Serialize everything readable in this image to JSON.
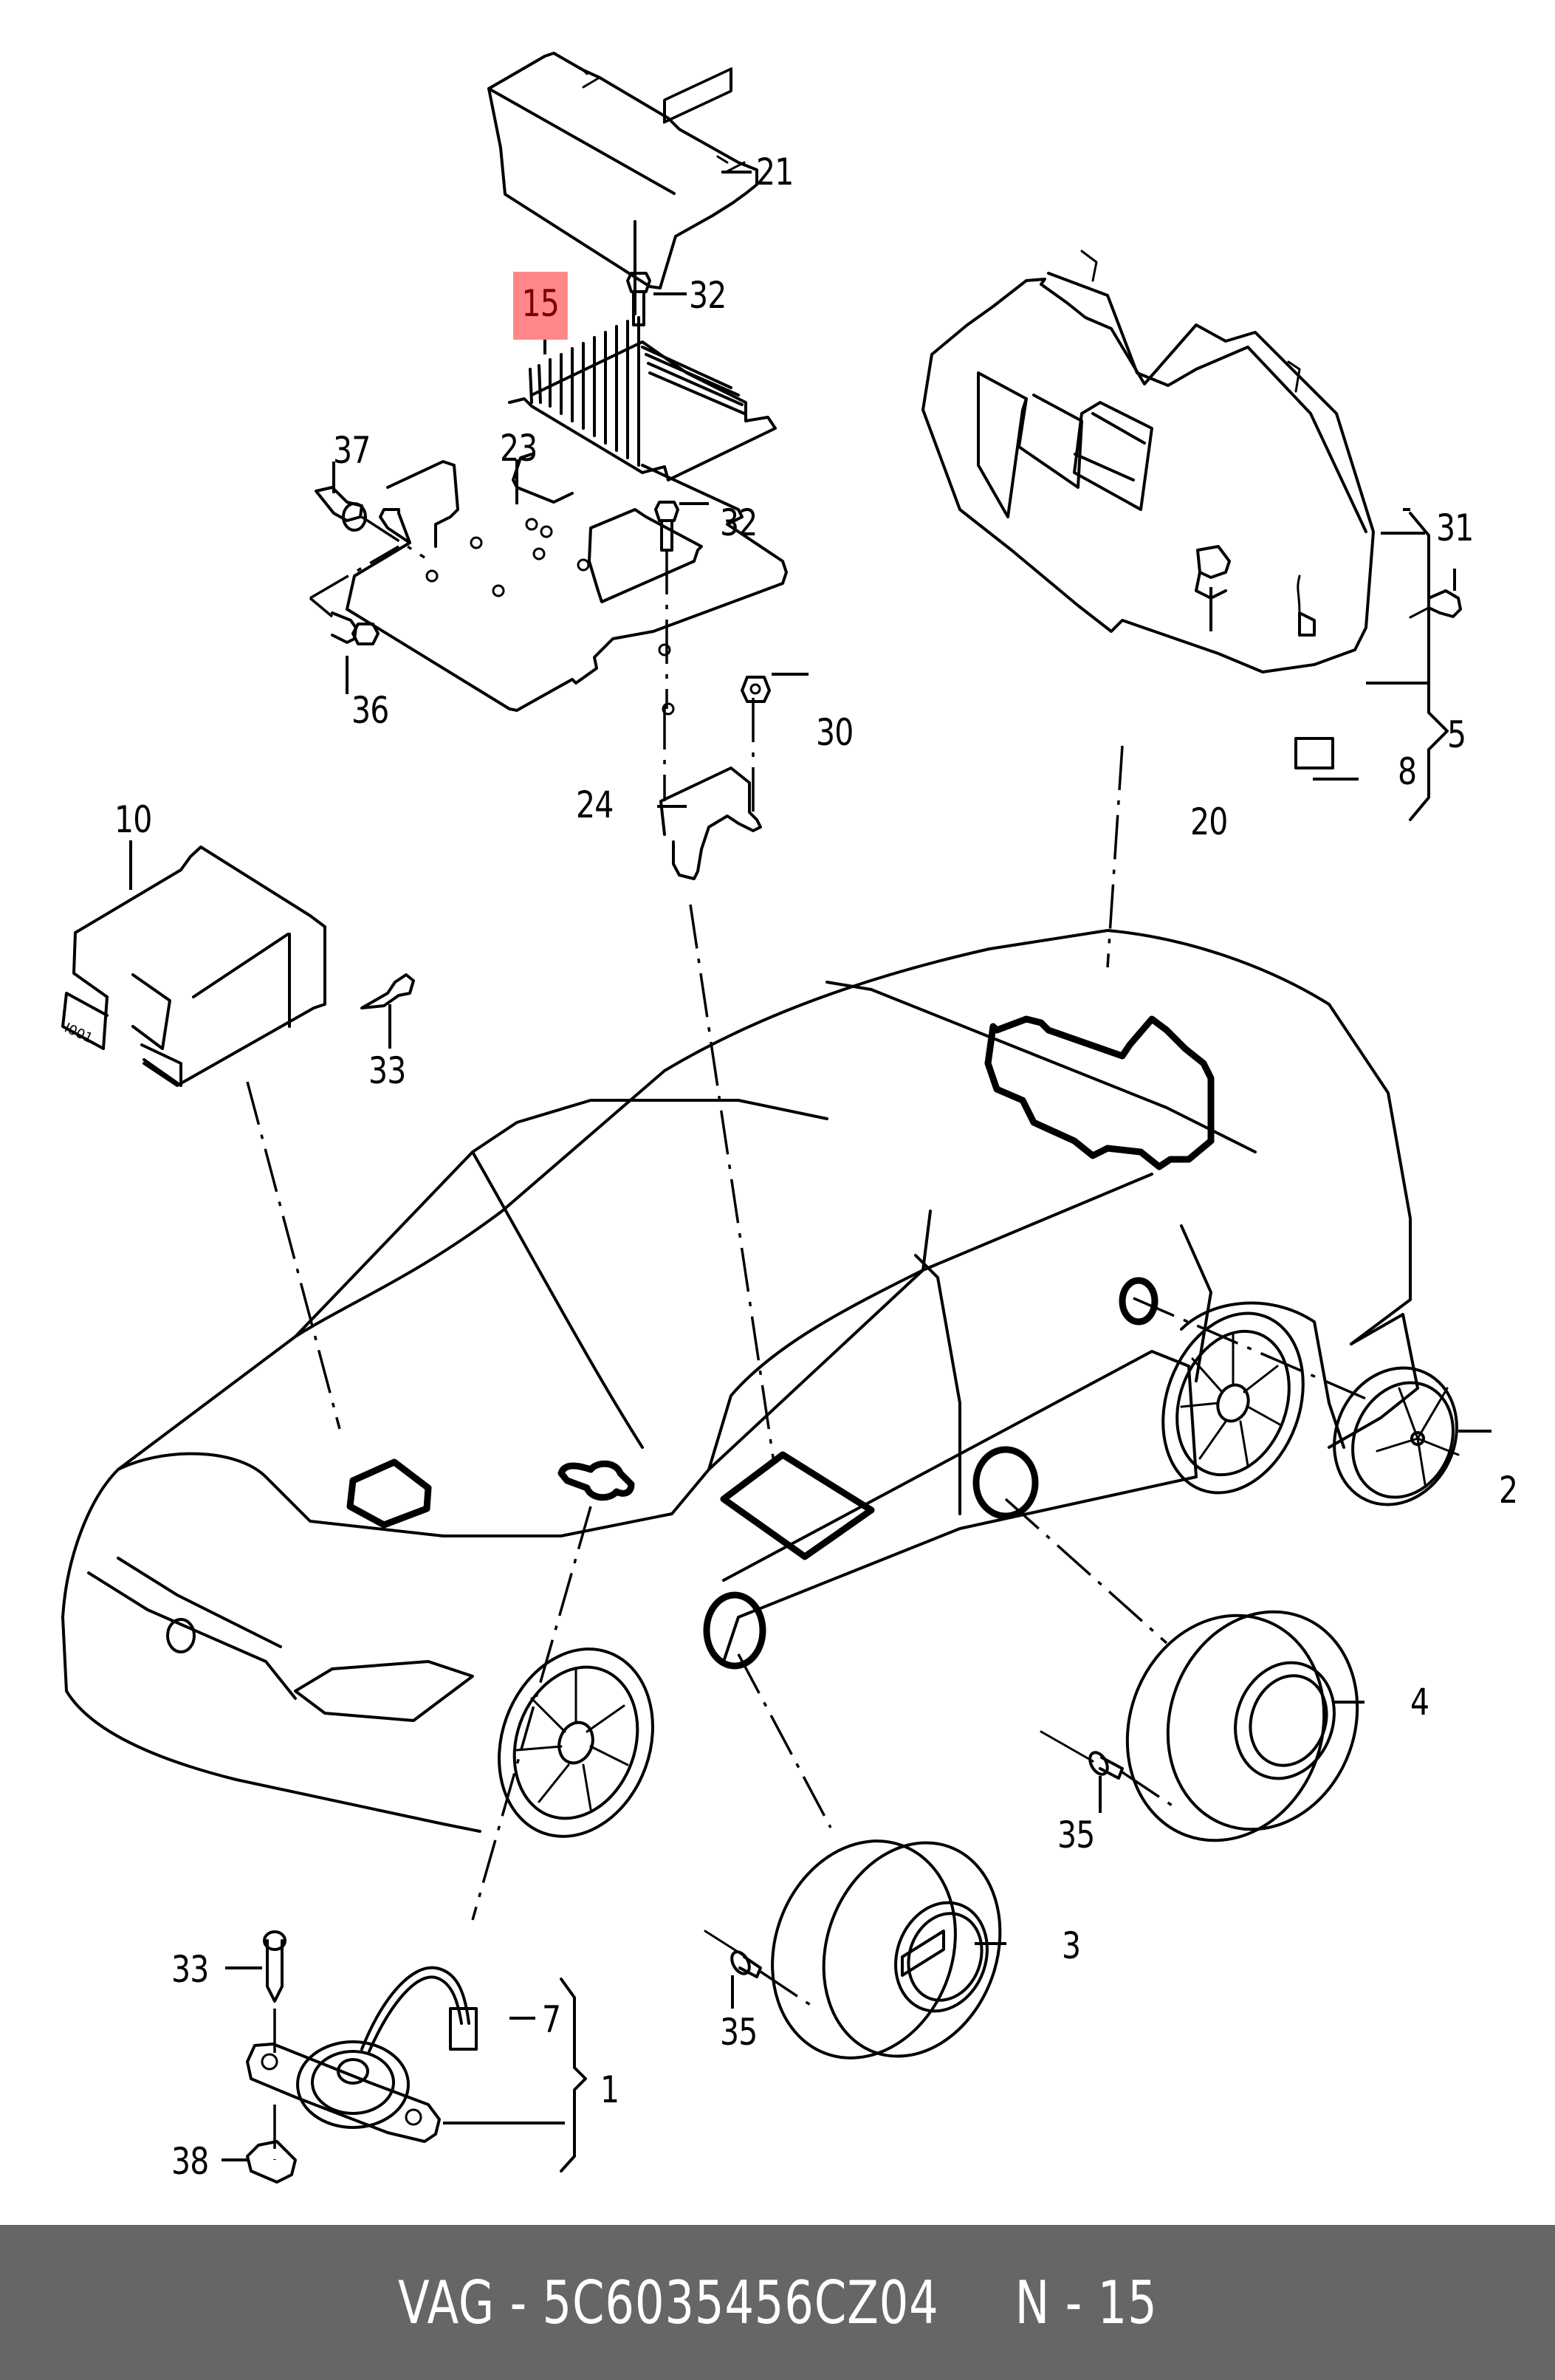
{
  "diagram": {
    "title": "Audio system parts diagram",
    "highlight_color": "#ff8787",
    "highlighted_callout": "15",
    "callouts": {
      "c21": "21",
      "c15": "15",
      "c32a": "32",
      "c37": "37",
      "c23": "23",
      "c32b": "32",
      "c36": "36",
      "c30": "30",
      "c24": "24",
      "c31": "31",
      "c5": "5",
      "c8": "8",
      "c20": "20",
      "c10": "10",
      "c33a": "33",
      "c2": "2",
      "c4": "4",
      "c35a": "35",
      "c3": "3",
      "c35b": "35",
      "c33b": "33",
      "c7": "7",
      "c1": "1",
      "c38": "38"
    },
    "part_labels": {
      "p10_marking": "I001"
    }
  },
  "footer": {
    "brand": "VAG",
    "part_number": "5C6035456CZ04",
    "position": "N - 15",
    "text": "VAG - 5C6035456CZ04     N - 15",
    "background": "#666666"
  }
}
